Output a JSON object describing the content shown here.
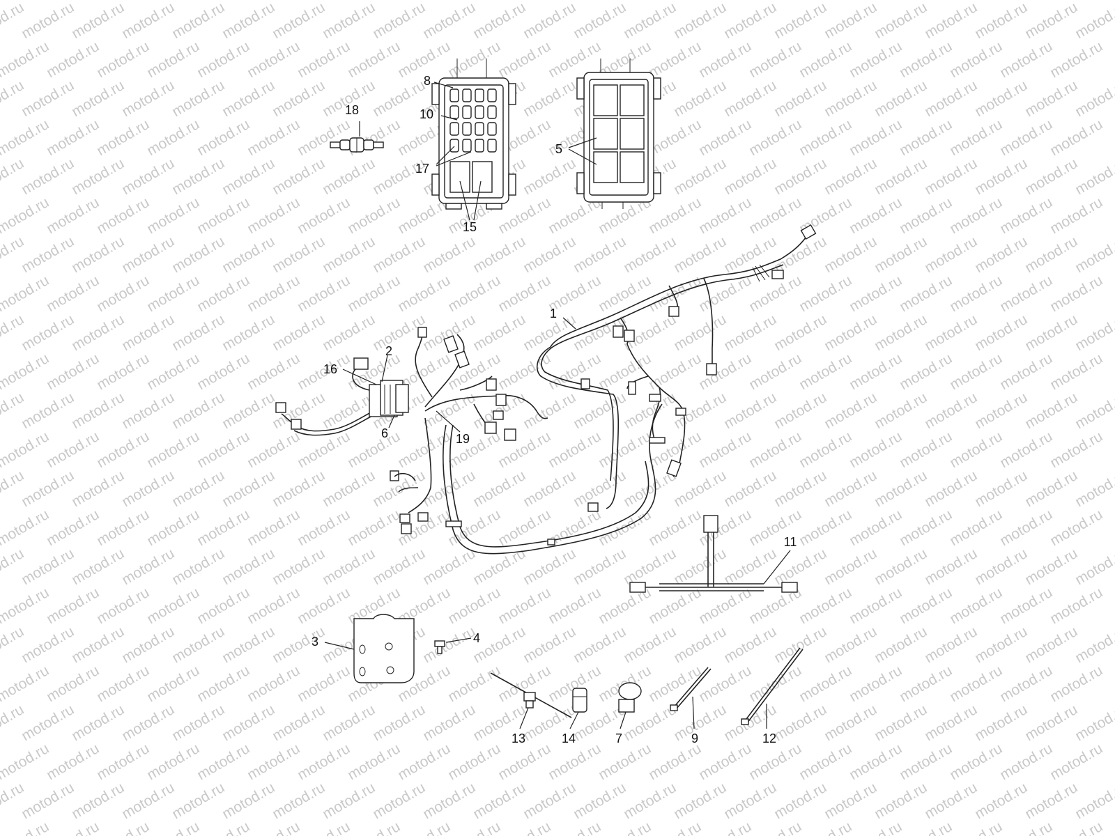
{
  "watermark": "motod.ru",
  "callouts": [
    "1",
    "2",
    "3",
    "4",
    "5",
    "6",
    "7",
    "8",
    "9",
    "10",
    "11",
    "12",
    "13",
    "14",
    "15",
    "16",
    "17",
    "18",
    "19"
  ]
}
